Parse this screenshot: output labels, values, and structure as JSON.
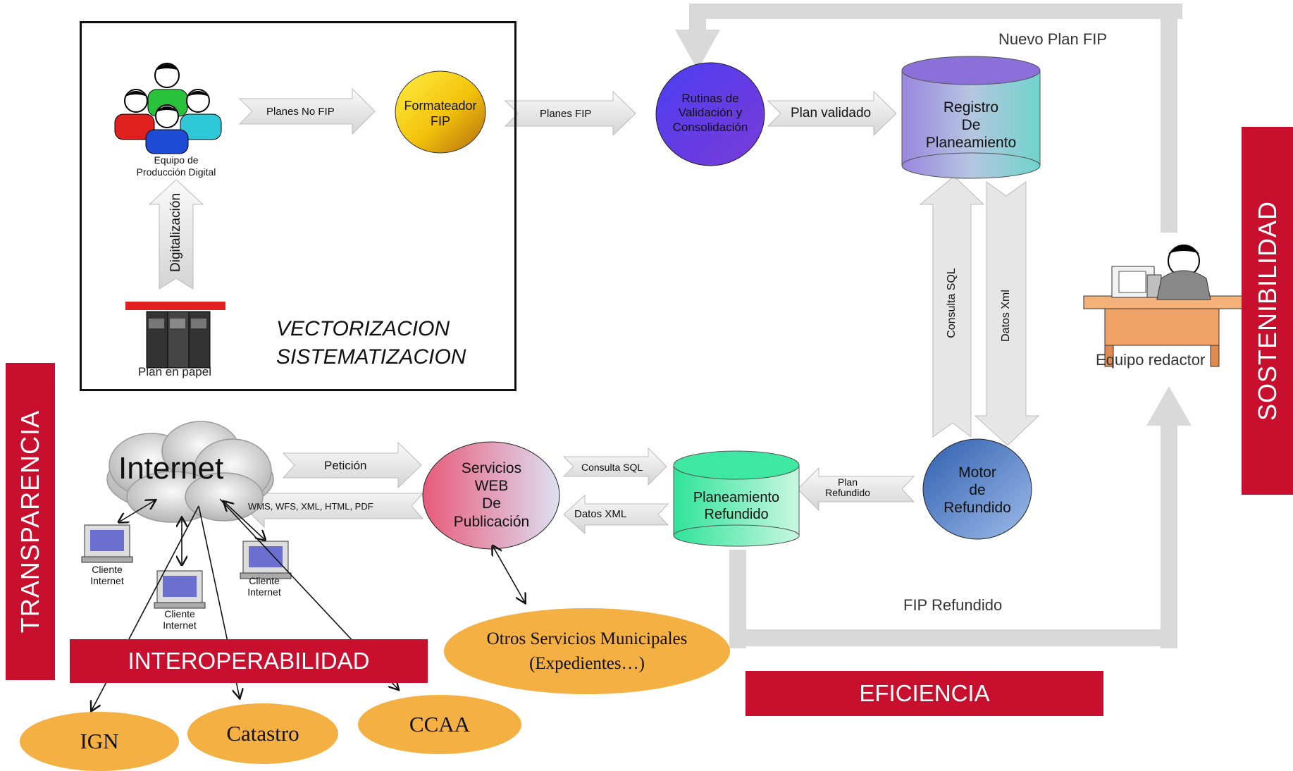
{
  "top_labels": {
    "nuevo_plan": "Nuevo Plan FIP",
    "fip_refundido": "FIP Refundido"
  },
  "vectorizacion": {
    "line1": "VECTORIZACION",
    "line2": "SISTEMATIZACION"
  },
  "nodes": {
    "equipo_produccion_line1": "Equipo de",
    "equipo_produccion_line2": "Producción Digital",
    "plan_papel": "Plan en papel",
    "formateador_line1": "Formateador",
    "formateador_line2": "FIP",
    "rutinas_line1": "Rutinas de",
    "rutinas_line2": "Validación y",
    "rutinas_line3": "Consolidación",
    "registro_line1": "Registro",
    "registro_line2": "De",
    "registro_line3": "Planeamiento",
    "motor_line1": "Motor",
    "motor_line2": "de",
    "motor_line3": "Refundido",
    "planeamiento_line1": "Planeamiento",
    "planeamiento_line2": "Refundido",
    "servicios_line1": "Servicios",
    "servicios_line2": "WEB",
    "servicios_line3": "De",
    "servicios_line4": "Publicación",
    "internet": "Internet",
    "cliente_line1": "Cliente",
    "cliente_line2": "Internet",
    "equipo_redactor": "Equipo redactor"
  },
  "arrows": {
    "planes_no_fip": "Planes No FIP",
    "planes_fip": "Planes FIP",
    "plan_validado": "Plan validado",
    "digitalizacion": "Digitalización",
    "consulta_sql_v": "Consulta SQL",
    "datos_xml_v": "Datos Xml",
    "plan_refundido_line1": "Plan",
    "plan_refundido_line2": "Refundido",
    "consulta_sql_h": "Consulta SQL",
    "datos_xml_h": "Datos XML",
    "peticion": "Petición",
    "formats": "WMS, WFS, XML, HTML, PDF"
  },
  "bands": {
    "transparencia": "TRANSPARENCIA",
    "sostenibilidad": "SOSTENIBILIDAD",
    "interoperabilidad": "INTEROPERABILIDAD",
    "eficiencia": "EFICIENCIA"
  },
  "ovals": {
    "otros_line1": "Otros Servicios Municipales",
    "otros_line2": "(Expedientes…)",
    "ign": "IGN",
    "catastro": "Catastro",
    "ccaa": "CCAA"
  },
  "colors": {
    "band_red": "#c8102e",
    "oval_orange": "#f4b042",
    "arrow_gray": "#d9d9d9"
  }
}
